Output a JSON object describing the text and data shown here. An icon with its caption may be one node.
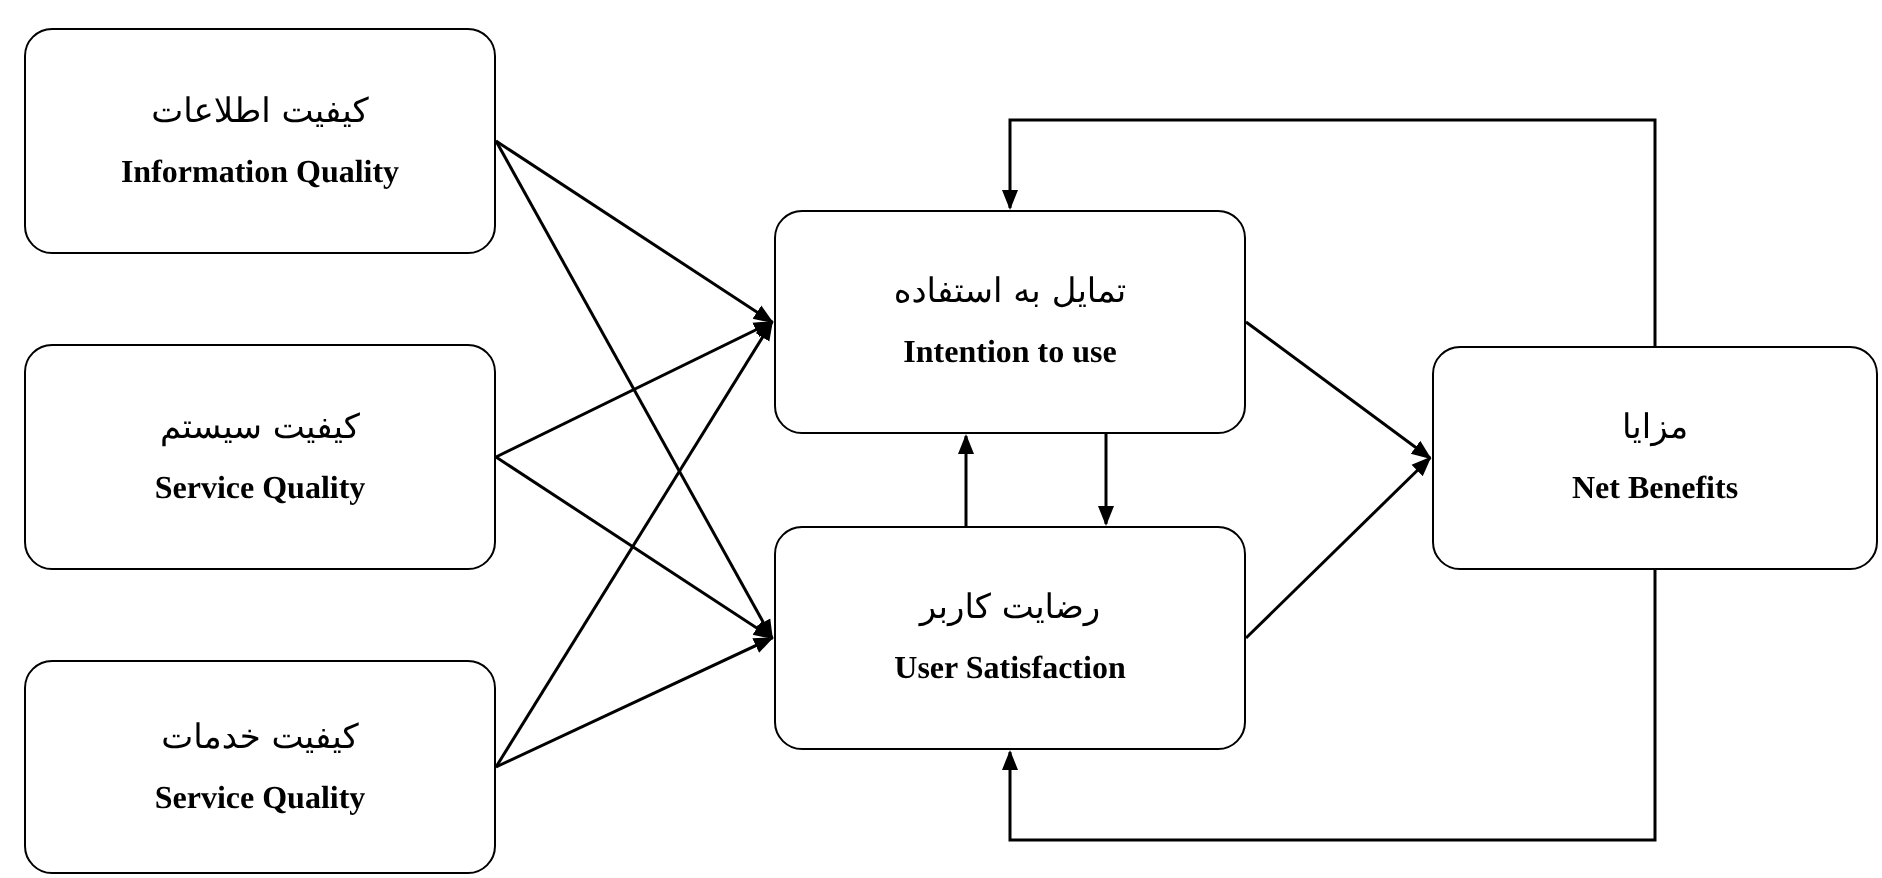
{
  "diagram": {
    "nodes": [
      {
        "text": [
          "کیفیت اطلاعات",
          "Information Quality"
        ]
      },
      {
        "text": [
          "کیفیت سیستم",
          "Service Quality"
        ]
      },
      {
        "text": [
          "کیفیت خدمات",
          "Service Quality"
        ]
      },
      {
        "text": [
          "تمایل به استفاده",
          "Intention to use"
        ]
      },
      {
        "text": [
          "رضایت کاربر",
          "User Satisfaction"
        ]
      },
      {
        "text": [
          "مزایا",
          "Net Benefits"
        ]
      }
    ],
    "edges": [
      {
        "from": 0,
        "to": 3,
        "arrow": "to"
      },
      {
        "from": 0,
        "to": 4,
        "arrow": "to"
      },
      {
        "from": 1,
        "to": 3,
        "arrow": "to"
      },
      {
        "from": 1,
        "to": 4,
        "arrow": "to"
      },
      {
        "from": 2,
        "to": 3,
        "arrow": "to"
      },
      {
        "from": 2,
        "to": 4,
        "arrow": "to"
      },
      {
        "from": 4,
        "to": 3,
        "arrow": "to"
      },
      {
        "from": 3,
        "to": 4,
        "arrow": "to"
      },
      {
        "from": 3,
        "to": 5,
        "arrow": "to"
      },
      {
        "from": 4,
        "to": 5,
        "arrow": "to"
      },
      {
        "from": 5,
        "to": 3,
        "arrow": "to"
      },
      {
        "from": 5,
        "to": 4,
        "arrow": "to"
      }
    ]
  }
}
